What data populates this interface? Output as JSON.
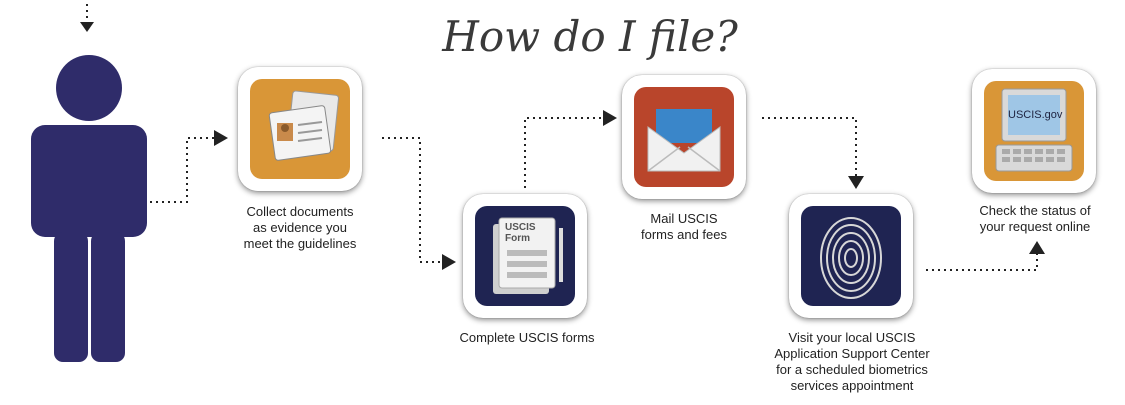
{
  "title": "How do I file?",
  "steps": [
    {
      "caption": "Collect documents\nas evidence you\nmeet the guidelines",
      "icon": "documents-icon",
      "color": "#d99637"
    },
    {
      "caption": "Complete USCIS forms",
      "icon": "uscis-form-icon",
      "color": "#1f2452",
      "form_label": "USCIS\nForm"
    },
    {
      "caption": "Mail USCIS\nforms and fees",
      "icon": "envelope-icon",
      "color": "#b9452b"
    },
    {
      "caption": "Visit your local USCIS\nApplication Support Center\nfor a scheduled biometrics\nservices appointment",
      "icon": "fingerprint-icon",
      "color": "#1f2452"
    },
    {
      "caption": "Check the status of\nyour request online",
      "icon": "computer-icon",
      "color": "#d99637",
      "screen_text": "USCIS.gov"
    }
  ],
  "colors": {
    "person": "#2f2c6a",
    "arrow": "#222222"
  }
}
